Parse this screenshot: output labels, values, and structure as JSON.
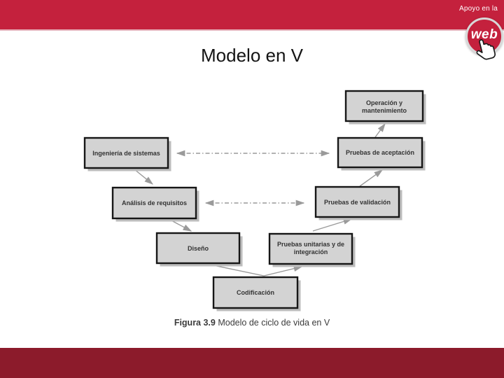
{
  "title": "Modelo en V",
  "header": {
    "tagline": "Apoyo en la",
    "logo_text": "web"
  },
  "figure": {
    "label": "Figura 3.9",
    "caption": "Modelo de ciclo de vida en V"
  },
  "colors": {
    "banner_red": "#c4213d",
    "footer_maroon": "#8c1b2b",
    "box_fill": "#d3d3d3",
    "arrow_gray": "#9a9a9a"
  },
  "diagram": {
    "boxes": [
      {
        "id": "operacion-mantenimiento",
        "lines": [
          "Operación y",
          "mantenimiento"
        ]
      },
      {
        "id": "ingenieria-sistemas",
        "lines": [
          "Ingeniería de sistemas"
        ]
      },
      {
        "id": "pruebas-aceptacion",
        "lines": [
          "Pruebas de aceptación"
        ]
      },
      {
        "id": "analisis-requisitos",
        "lines": [
          "Análisis de requisitos"
        ]
      },
      {
        "id": "pruebas-validacion",
        "lines": [
          "Pruebas de validación"
        ]
      },
      {
        "id": "diseno",
        "lines": [
          "Diseño"
        ]
      },
      {
        "id": "pruebas-unitarias-integracion",
        "lines": [
          "Pruebas unitarias y de",
          "integración"
        ]
      },
      {
        "id": "codificacion",
        "lines": [
          "Codificación"
        ]
      }
    ],
    "connections": [
      {
        "from": "ingenieria-sistemas",
        "to": "analisis-requisitos",
        "style": "solid"
      },
      {
        "from": "analisis-requisitos",
        "to": "diseno",
        "style": "solid"
      },
      {
        "from": "diseno",
        "to": "codificacion",
        "style": "solid"
      },
      {
        "from": "codificacion",
        "to": "pruebas-unitarias-integracion",
        "style": "solid"
      },
      {
        "from": "pruebas-unitarias-integracion",
        "to": "pruebas-validacion",
        "style": "solid"
      },
      {
        "from": "pruebas-validacion",
        "to": "pruebas-aceptacion",
        "style": "solid"
      },
      {
        "from": "pruebas-aceptacion",
        "to": "operacion-mantenimiento",
        "style": "solid"
      },
      {
        "from": "ingenieria-sistemas",
        "to": "pruebas-aceptacion",
        "style": "dashed-double"
      },
      {
        "from": "analisis-requisitos",
        "to": "pruebas-validacion",
        "style": "dashed-double"
      }
    ]
  }
}
